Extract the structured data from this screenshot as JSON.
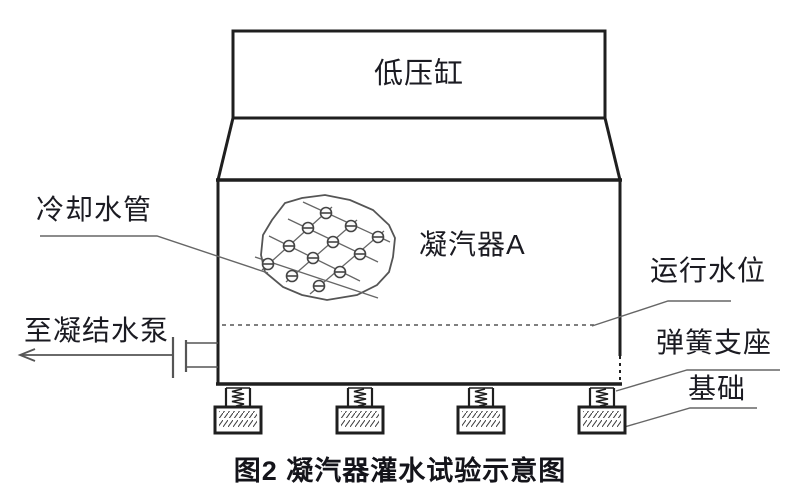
{
  "diagram": {
    "top_box_label": "低压缸",
    "cooling_pipe_label": "冷却水管",
    "condenser_label": "凝汽器A",
    "water_level_label": "运行水位",
    "to_pump_label": "至凝结水泵",
    "spring_support_label": "弹簧支座",
    "foundation_label": "基础",
    "caption": "图2 凝汽器灌水试验示意图"
  },
  "colors": {
    "outline": "#1f1f1f",
    "detail_line": "#555555",
    "text": "#1b1b22",
    "background": "#ffffff"
  }
}
